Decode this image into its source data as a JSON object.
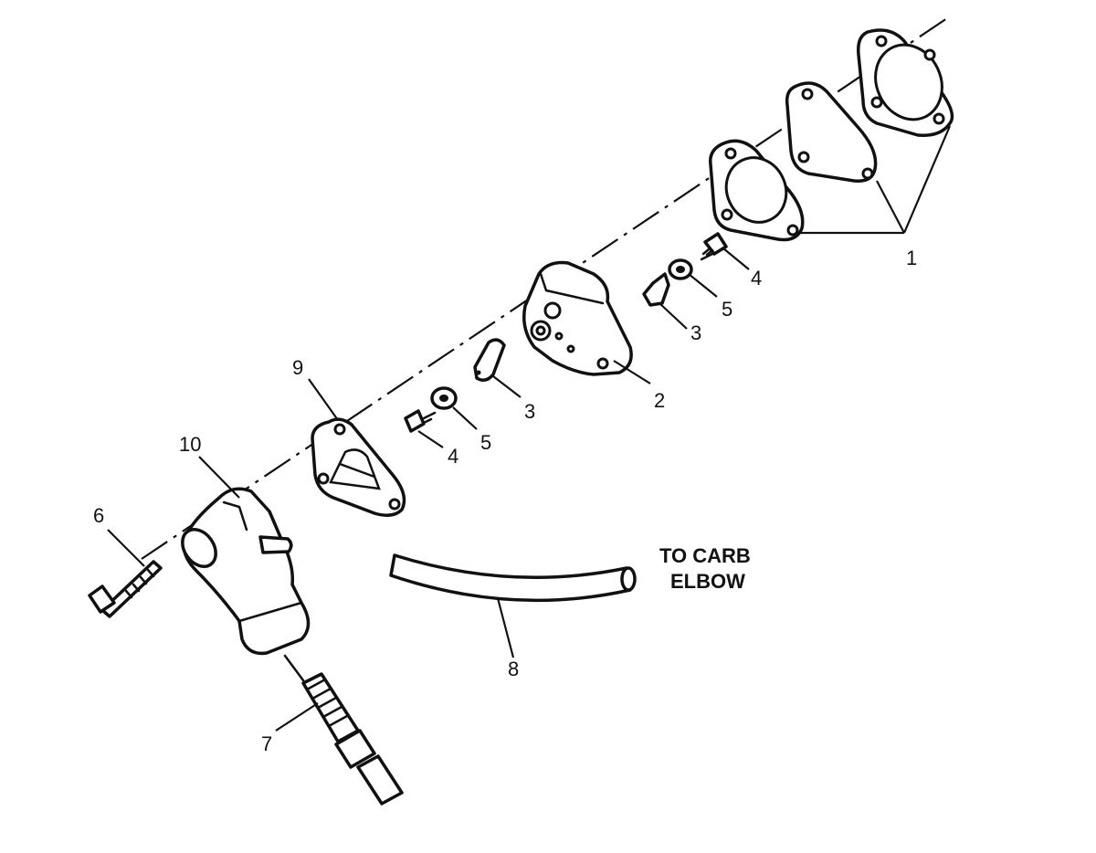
{
  "labels": {
    "l1": "1",
    "l2": "2",
    "l3a": "3",
    "l3b": "3",
    "l4a": "4",
    "l4b": "4",
    "l5a": "5",
    "l5b": "5",
    "l6": "6",
    "l7": "7",
    "l8": "8",
    "l9": "9",
    "l10": "10"
  },
  "note": {
    "line1": "TO CARB",
    "line2": "ELBOW"
  }
}
